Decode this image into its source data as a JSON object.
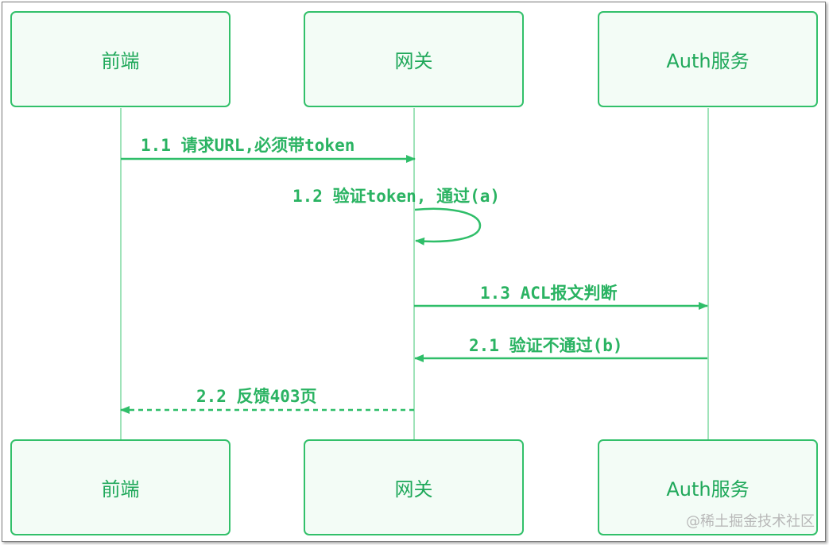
{
  "actors": {
    "frontend": "前端",
    "gateway": "网关",
    "auth": "Auth服务"
  },
  "messages": {
    "m1_1": "1.1 请求URL,必须带token",
    "m1_2": "1.2 验证token, 通过(a)",
    "m1_3": "1.3 ACL报文判断",
    "m2_1": "2.1 验证不通过(b)",
    "m2_2": "2.2 反馈403页"
  },
  "watermark": "@稀土掘金技术社区",
  "colors": {
    "line": "#2fbe69",
    "box_border": "#32c06a",
    "box_fill": "#f3fcf6",
    "lifeline": "#9fe3b9",
    "text": "#1fa85a"
  }
}
